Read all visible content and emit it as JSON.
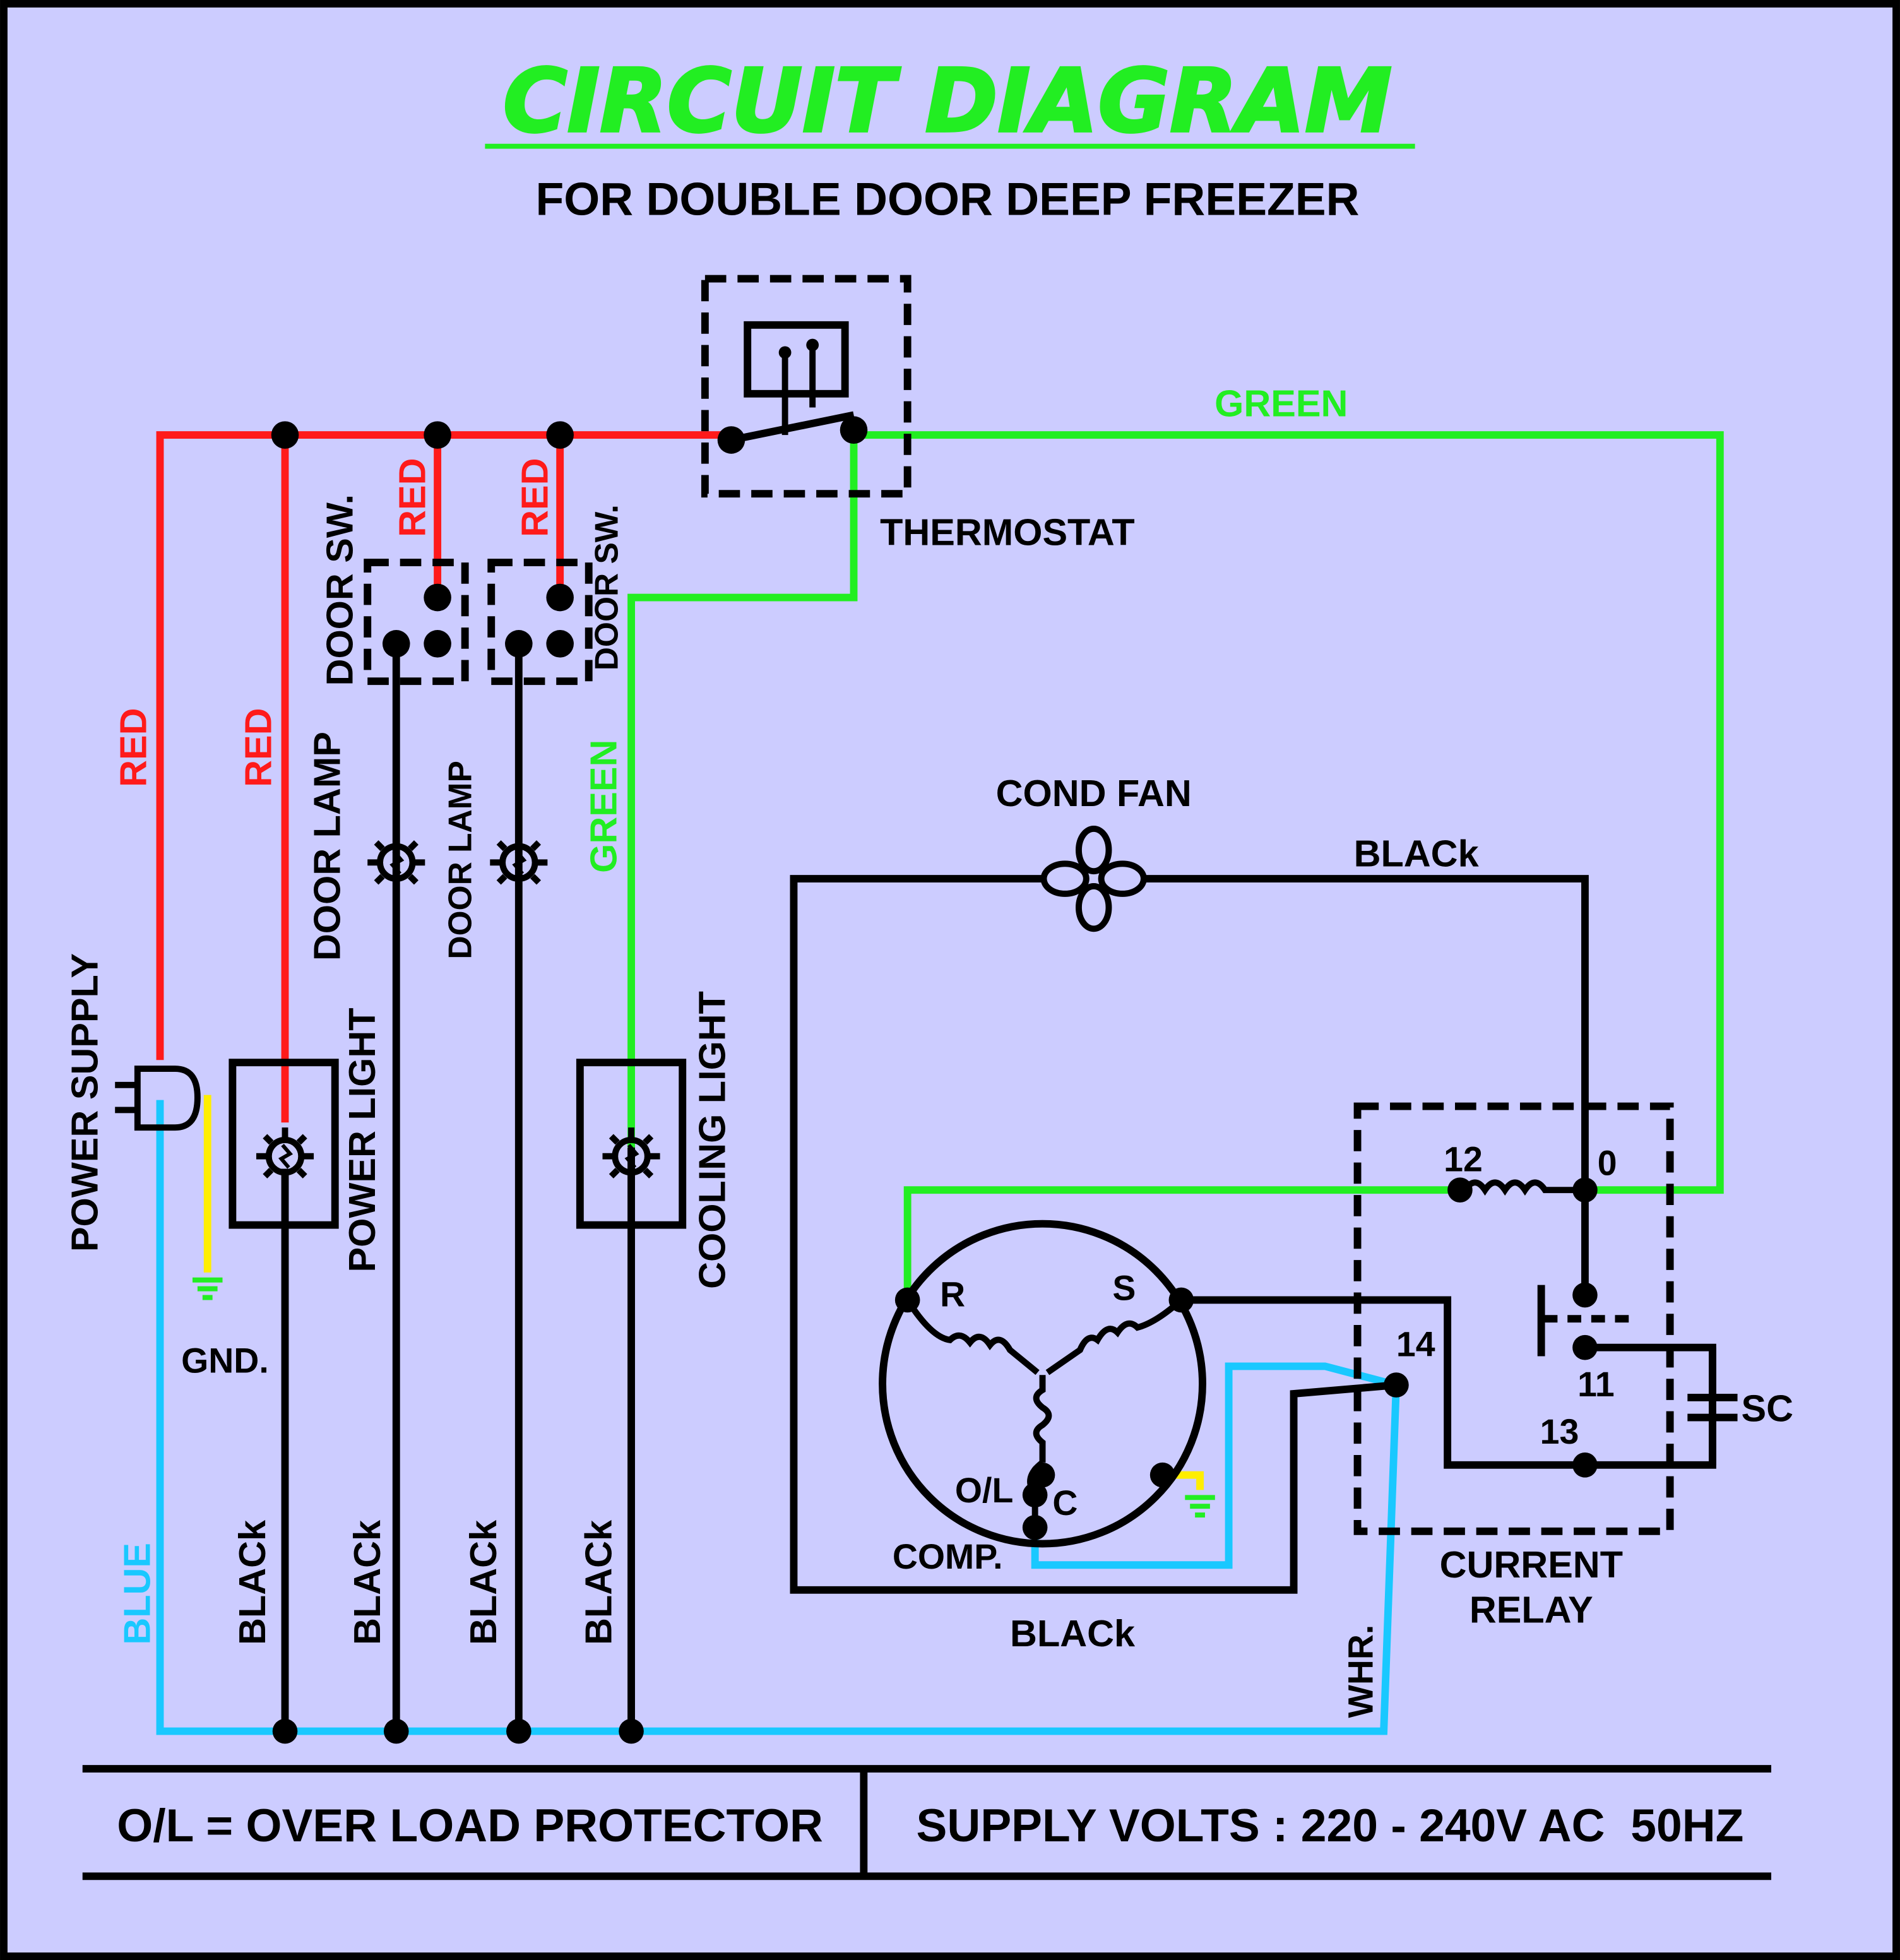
{
  "title": "CIRCUIT DIAGRAM",
  "subtitle": "FOR DOUBLE DOOR DEEP FREEZER",
  "colors": {
    "background": "#ccccff",
    "red": "#ff1a1a",
    "green": "#22ee22",
    "blue": "#19c8ff",
    "black": "#000000",
    "yellow": "#ffee00",
    "title": "#22ee22"
  },
  "wire_labels": {
    "red_main": "RED",
    "red_power": "RED",
    "red_sw1": "RED",
    "red_sw2": "RED",
    "green_top": "GREEN",
    "green_vertical": "GREEN",
    "blue": "BLUE",
    "black_1": "BLACk",
    "black_2": "BLACk",
    "black_3": "BLACk",
    "black_4": "BLACk",
    "black_fan": "BLACk",
    "black_bottom": "BLACk",
    "whr": "WHR."
  },
  "components": {
    "power_supply": "POWER SUPPLY",
    "gnd": "GND.",
    "power_light": "POWER LIGHT",
    "door_lamp_1": "DOOR LAMP",
    "door_lamp_2": "DOOR LAMP",
    "door_sw_1": "DOOR SW.",
    "door_sw_2": "DOOR SW.",
    "thermostat": "THERMOSTAT",
    "cooling_light": "COOLING LIGHT",
    "cond_fan": "COND FAN",
    "compressor": "COMP.",
    "current_relay_1": "CURRENT",
    "current_relay_2": "RELAY",
    "sc": "SC"
  },
  "compressor_terminals": {
    "r": "R",
    "s": "S",
    "c": "C",
    "ol": "O/L"
  },
  "relay_terminals": {
    "t12": "12",
    "t0": "0",
    "t14": "14",
    "t11": "11",
    "t13": "13"
  },
  "legend": {
    "left": "O/L = OVER LOAD PROTECTOR",
    "right": "SUPPLY VOLTS : 220 - 240V AC  50HZ"
  }
}
